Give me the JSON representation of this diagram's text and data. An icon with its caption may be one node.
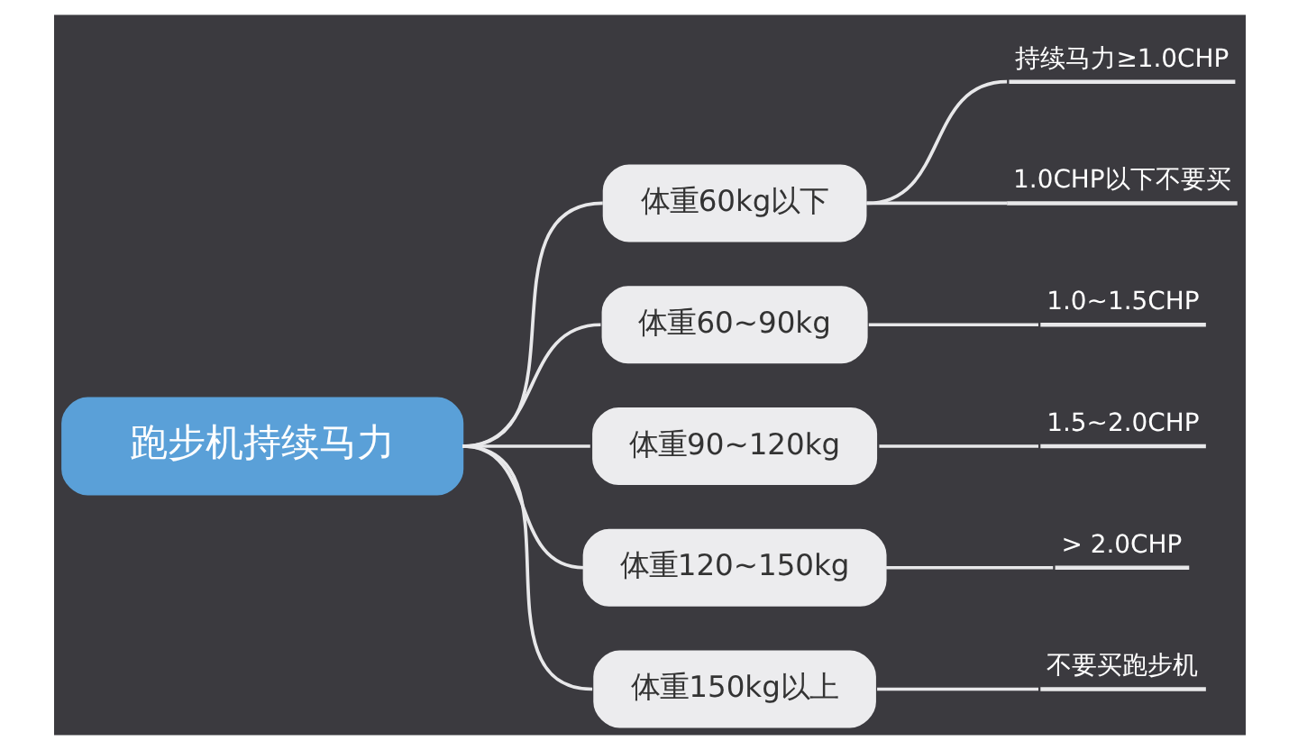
{
  "diagram": {
    "nodes": [
      {
        "text": [
          "跑步机持续马力"
        ]
      },
      {
        "text": [
          "体重60kg以下"
        ]
      },
      {
        "text": [
          "体重60~90kg"
        ]
      },
      {
        "text": [
          "体重90~120kg"
        ]
      },
      {
        "text": [
          "体重120~150kg"
        ]
      },
      {
        "text": [
          "体重150kg以上"
        ]
      },
      {
        "text": [
          "持续马力≥1.0CHP"
        ]
      },
      {
        "text": [
          "1.0CHP以下不要买"
        ]
      },
      {
        "text": [
          "1.0~1.5CHP"
        ]
      },
      {
        "text": [
          "1.5~2.0CHP"
        ]
      },
      {
        "text": [
          "> 2.0CHP"
        ]
      },
      {
        "text": [
          "不要买跑步机"
        ]
      }
    ],
    "edges": [
      {
        "from": 0,
        "to": 1,
        "arrow": "none"
      },
      {
        "from": 0,
        "to": 2,
        "arrow": "none"
      },
      {
        "from": 0,
        "to": 3,
        "arrow": "none"
      },
      {
        "from": 0,
        "to": 4,
        "arrow": "none"
      },
      {
        "from": 0,
        "to": 5,
        "arrow": "none"
      },
      {
        "from": 1,
        "to": 6,
        "arrow": "none"
      },
      {
        "from": 1,
        "to": 7,
        "arrow": "none"
      },
      {
        "from": 2,
        "to": 8,
        "arrow": "none"
      },
      {
        "from": 3,
        "to": 9,
        "arrow": "none"
      },
      {
        "from": 4,
        "to": 10,
        "arrow": "none"
      },
      {
        "from": 5,
        "to": 11,
        "arrow": "none"
      }
    ]
  }
}
